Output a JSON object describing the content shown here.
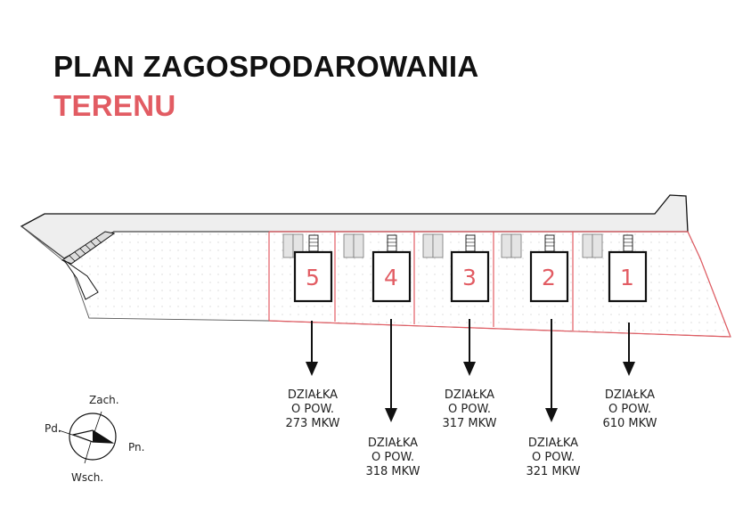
{
  "header": {
    "title": "PLAN ZAGOSPODAROWANIA",
    "subtitle": "TERENU"
  },
  "colors": {
    "accent": "#e25c63",
    "lines": "#111111",
    "site_fill": "#fafafa",
    "road_fill": "#eeeeee"
  },
  "plots": [
    {
      "number": "5",
      "line1": "DZIAŁKA",
      "line2": "O POW.",
      "line3": "273 MKW"
    },
    {
      "number": "4",
      "line1": "DZIAŁKA",
      "line2": "O POW.",
      "line3": "318 MKW"
    },
    {
      "number": "3",
      "line1": "DZIAŁKA",
      "line2": "O POW.",
      "line3": "317 MKW"
    },
    {
      "number": "2",
      "line1": "DZIAŁKA",
      "line2": "O POW.",
      "line3": "321 MKW"
    },
    {
      "number": "1",
      "line1": "DZIAŁKA",
      "line2": "O POW.",
      "line3": "610 MKW"
    }
  ],
  "compass": {
    "north": "Zach.",
    "west": "Pd.",
    "east": "Pn.",
    "south": "Wsch."
  }
}
